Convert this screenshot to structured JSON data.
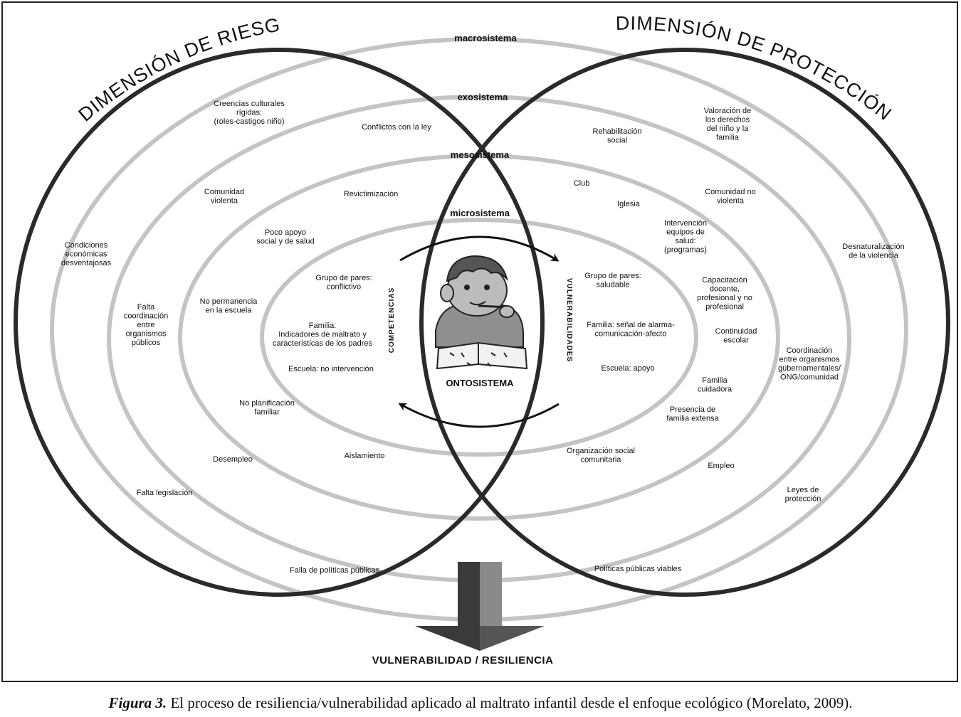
{
  "dimensions": {
    "risk": "DIMENSIÓN DE RIESGO",
    "protection": "DIMENSIÓN DE PROTECCIÓN"
  },
  "systems": {
    "macro": "macrosistema",
    "exo": "exosistema",
    "meso": "mesosistema",
    "micro": "microsistema",
    "onto": "ONTOSISTEMA"
  },
  "vertical_labels": {
    "left": "COMPETENCIAS",
    "right": "VULNERABILIDADES"
  },
  "risk_factors": {
    "creencias": [
      "Creencias culturales",
      "rígidas:",
      "(roles-castigos niño)"
    ],
    "conflictos": [
      "Conflictos con la ley"
    ],
    "comunidad": [
      "Comunidad",
      "violenta"
    ],
    "revictimizacion": [
      "Revictimización"
    ],
    "condiciones": [
      "Condiciones",
      "económicas",
      "desventajosas"
    ],
    "poco_apoyo": [
      "Poco apoyo",
      "social y de salud"
    ],
    "grupo_pares": [
      "Grupo de pares:",
      "conflictivo"
    ],
    "falta_coordinacion": [
      "Falta",
      "coordinación",
      "entre",
      "organismos",
      "públicos"
    ],
    "no_permanencia": [
      "No permanencia",
      "en la escuela"
    ],
    "familia": [
      "Familia:",
      "Indicadores de maltrato y",
      "características de los padres"
    ],
    "escuela": [
      "Escuela: no intervención"
    ],
    "no_planificacion": [
      "No planificación",
      "familiar"
    ],
    "desempleo": [
      "Desempleo"
    ],
    "aislamiento": [
      "Aislamiento"
    ],
    "falta_legislacion": [
      "Falta legislación"
    ],
    "falla_politicas": [
      "Falla de políticas públicas"
    ]
  },
  "protection_factors": {
    "valoracion": [
      "Valoración de",
      "los derechos",
      "del niño y la",
      "familia"
    ],
    "rehabilitacion": [
      "Rehabilitación",
      "social"
    ],
    "club": [
      "Club"
    ],
    "iglesia": [
      "Iglesia"
    ],
    "comunidad_no_violenta": [
      "Comunidad no",
      "violenta"
    ],
    "intervencion": [
      "Intervención",
      "equipos de",
      "salud:",
      "(programas)"
    ],
    "desnaturalizacion": [
      "Desnaturalización",
      "de la violencia"
    ],
    "grupo_pares": [
      "Grupo de pares:",
      "saludable"
    ],
    "capacitacion": [
      "Capacitación",
      "docente,",
      "profesional y no",
      "profesional"
    ],
    "familia_senal": [
      "Familia: señal de alarma-",
      "comunicación-afecto"
    ],
    "continuidad": [
      "Continuidad",
      "escolar"
    ],
    "coordinacion": [
      "Coordinación",
      "entre organismos",
      "gubernamentales/",
      "ONG/comunidad"
    ],
    "escuela_apoyo": [
      "Escuela: apoyo"
    ],
    "familia_cuidadora": [
      "Familia",
      "cuidadora"
    ],
    "presencia": [
      "Presencia de",
      "familia extensa"
    ],
    "organizacion": [
      "Organización social",
      "comunitaria"
    ],
    "empleo": [
      "Empleo"
    ],
    "leyes": [
      "Leyes de",
      "protección"
    ],
    "politicas_viables": [
      "Políticas públicas viables"
    ]
  },
  "bottom_title": "VULNERABILIDAD / RESILIENCIA",
  "caption": {
    "label": "Figura 3.",
    "text": " El proceso de resiliencia/vulnerabilidad aplicado al maltrato infantil desde el enfoque ecológico (Morelato, 2009)."
  },
  "colors": {
    "ring": "#c4c4c4",
    "circle": "#2a2a2a",
    "arrow_dark": "#3a3a3a",
    "arrow_light": "#8a8a8a"
  }
}
